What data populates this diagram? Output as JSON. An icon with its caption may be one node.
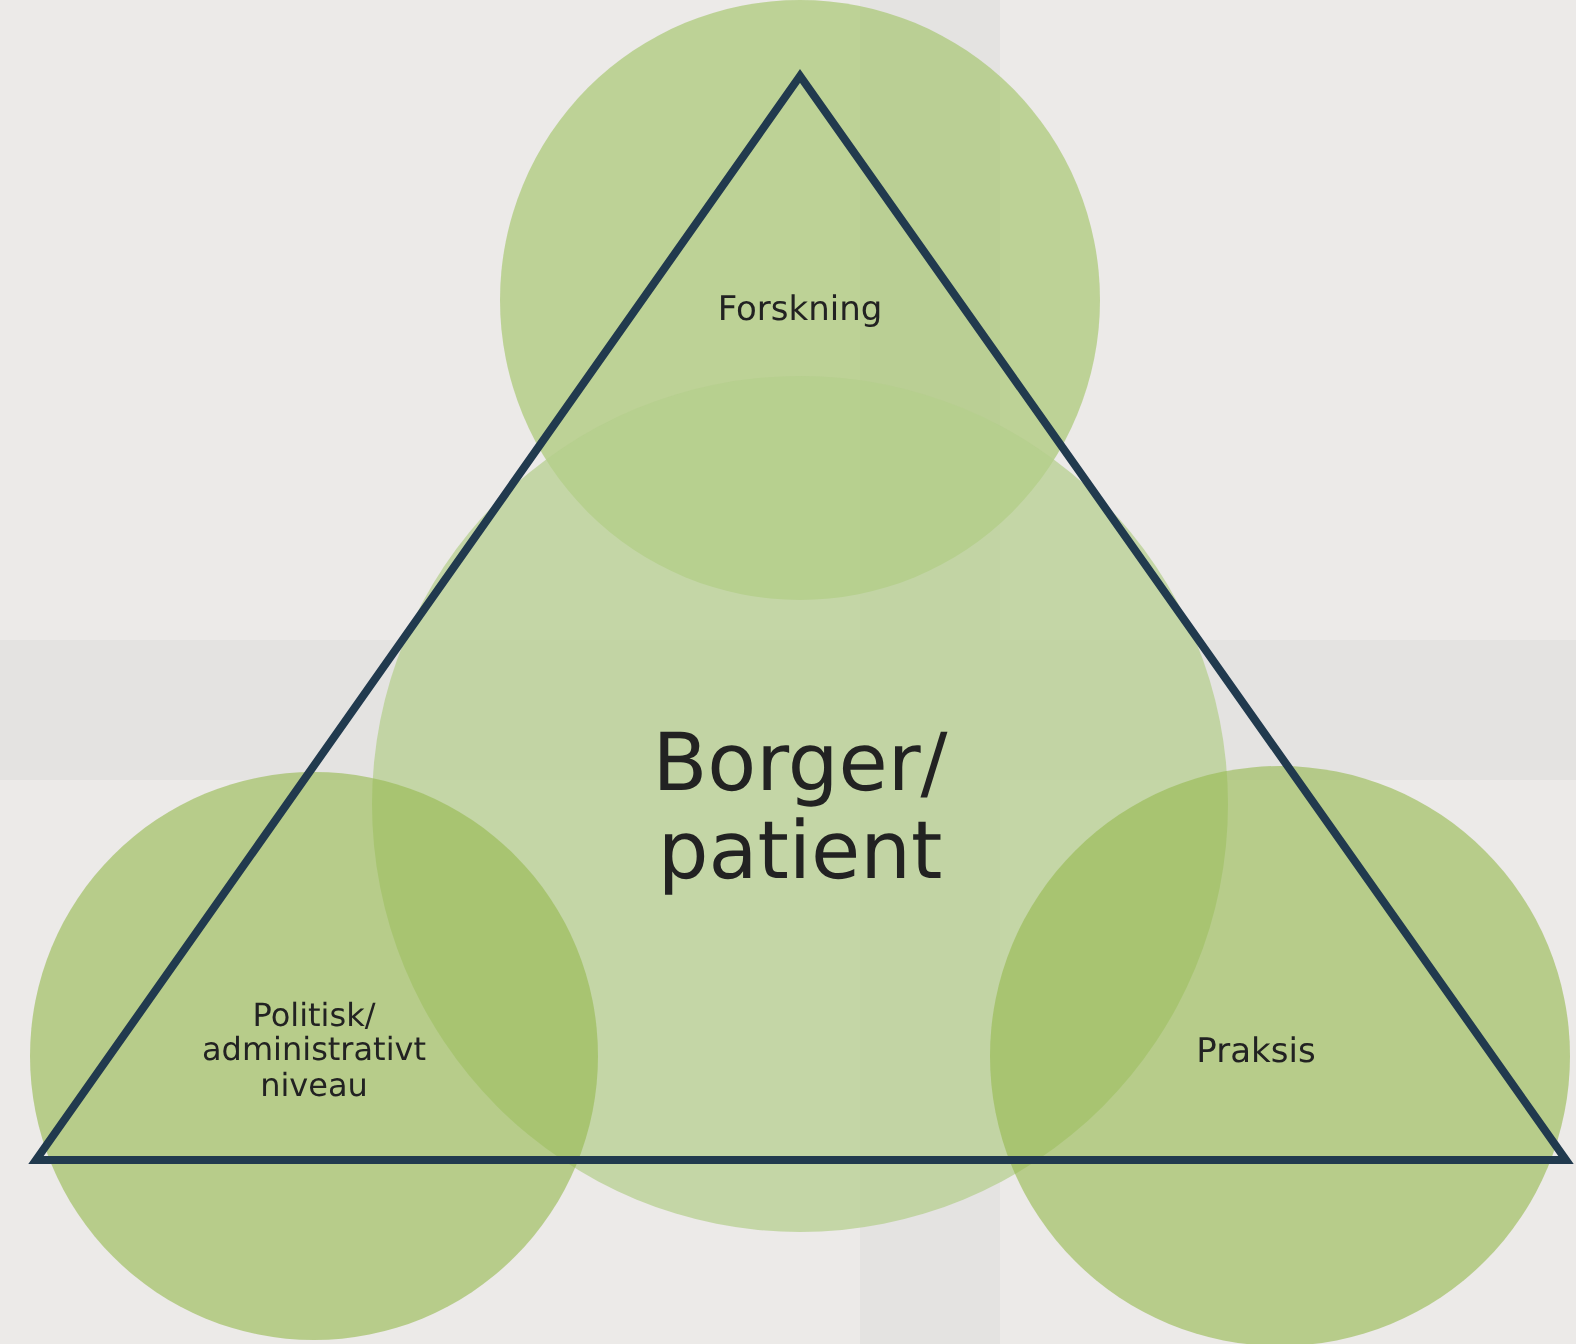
{
  "diagram": {
    "nodes": [
      {
        "text": [
          "Forskning"
        ]
      },
      {
        "text": [
          "Borger/ patient"
        ]
      },
      {
        "text": [
          "Politisk/ administrativt niveau"
        ]
      },
      {
        "text": [
          "Praksis"
        ]
      }
    ]
  }
}
